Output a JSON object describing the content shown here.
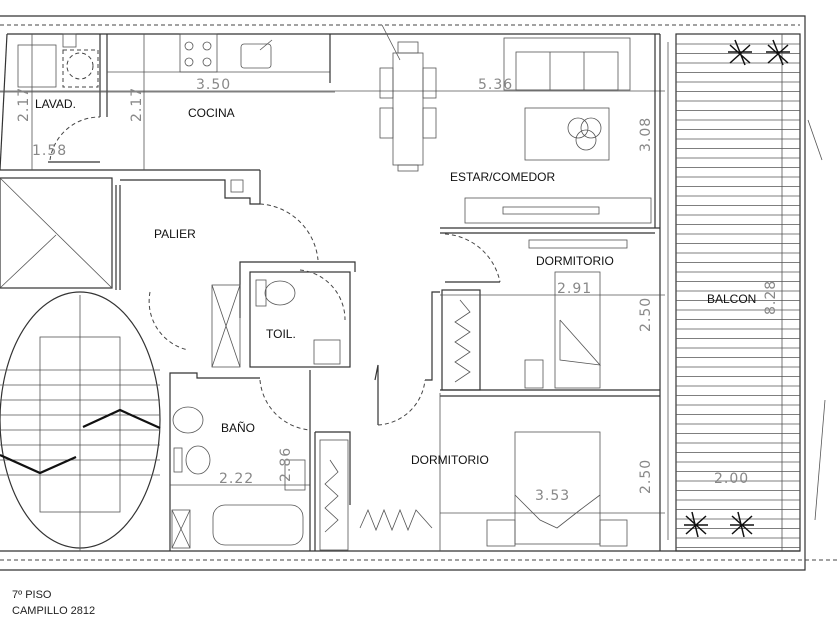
{
  "rooms": {
    "lavadero": "LAVAD.",
    "cocina": "COCINA",
    "palier": "PALIER",
    "estar_comedor": "ESTAR/COMEDOR",
    "dormitorio_1": "DORMITORIO",
    "balcon": "BALCON",
    "toilette": "TOIL.",
    "bano": "BAÑO",
    "dormitorio_2": "DORMITORIO"
  },
  "dimensions": {
    "cocina_width": "3.50",
    "estar_width": "5.36",
    "lavad_height": "2.17",
    "cocina_height": "2.17",
    "lavad_width": "1.58",
    "estar_height": "3.08",
    "dorm1_width": "2.91",
    "dorm1_height": "2.50",
    "balcon_length": "8.28",
    "balcon_width": "2.00",
    "dorm2_height": "2.50",
    "dorm2_width": "3.53",
    "bano_width": "2.22",
    "bano_height": "2.86"
  },
  "footer": {
    "floor": "7º PISO",
    "address": "CAMPILLO 2812"
  }
}
